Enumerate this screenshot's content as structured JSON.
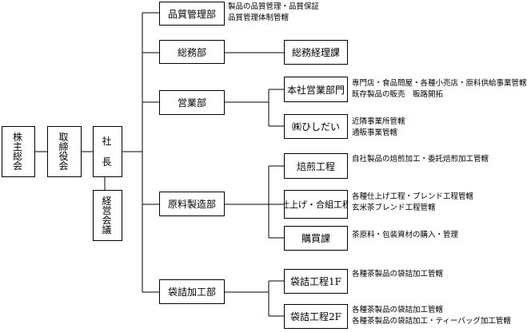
{
  "top": {
    "shareholders": "株主総会",
    "board": "取締役会",
    "president": "社長",
    "management_meeting": "経営会議"
  },
  "departments": {
    "quality": "品質管理部",
    "general_affairs": "総務部",
    "sales": "営業部",
    "raw_materials": "原料製造部",
    "packing": "袋詰加工部"
  },
  "units": {
    "accounting": "総務経理課",
    "hq_sales": "本社営業部門",
    "hishidai": "㈱ひしだい",
    "roasting": "焙煎工程",
    "finishing": "仕上げ・合組工程",
    "purchasing": "購買課",
    "pack1": "袋詰工程1F",
    "pack2": "袋詰工程2F"
  },
  "notes": {
    "quality_1": "製品の品質管理・品質保証",
    "quality_2": "品質管理体制管轄",
    "hq_sales_1": "専門店・食品問屋・各種小売店・原料供給事業管轄",
    "hq_sales_2": "既存製品の販売　販路開拓",
    "hishidai_1": "近隣事業所管轄",
    "hishidai_2": "通販事業管轄",
    "roasting_1": "自社製品の焙煎加工・委託焙煎加工管轄",
    "finishing_1": "各種仕上げ工程・ブレンド工程管轄",
    "finishing_2": "玄米茶ブレンド工程管轄",
    "purchasing_1": "茶原料・包装資材の購入・管理",
    "pack1_1": "各種茶製品の袋詰加工管轄",
    "pack2_1": "各種茶製品の袋詰加工管轄",
    "pack2_2": "各種茶製品の袋詰加工・ティーバッグ加工管轄"
  }
}
